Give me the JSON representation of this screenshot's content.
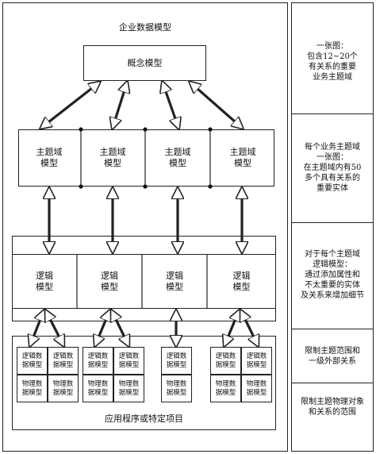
{
  "title": "企业数据模型",
  "concept": "概念模型",
  "subject_area": "主题域\n模型",
  "logical": "逻辑\n模型",
  "logical_data": "逻辑数\n据模型",
  "physical_data": "物理数\n据模型",
  "app_label": "应用程序或特定项目",
  "notes": [
    "一张图：\n包含12~20个\n有关系的重要\n业务主题域",
    "每个业务主题域\n一张图：\n在主题域内有50\n多个具有关系的\n重要实体",
    "对于每个主题域\n逻辑模型：\n通过添加属性和\n不太重要的实体\n及关系来增加细节",
    "限制主题范围和\n一级外部关系",
    "限制主题物理对象\n和关系的范围"
  ]
}
